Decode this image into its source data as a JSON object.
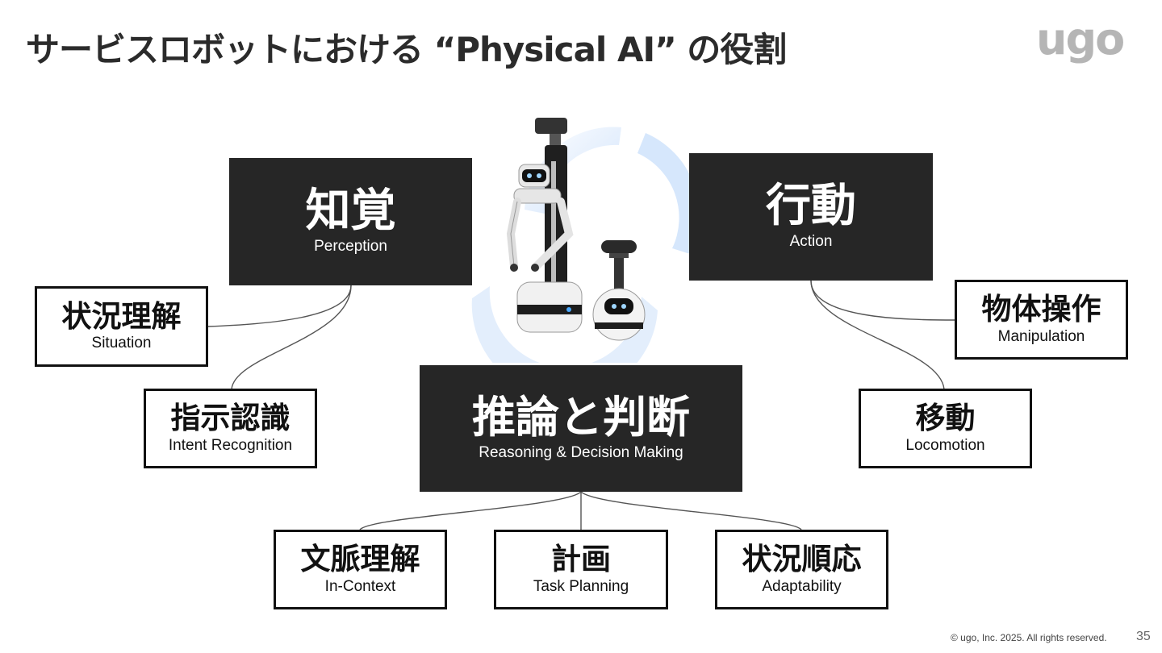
{
  "title": "サービスロボットにおける “Physical AI” の役割",
  "logo": "ugo",
  "main_nodes": {
    "perception": {
      "jp": "知覚",
      "en": "Perception"
    },
    "action": {
      "jp": "行動",
      "en": "Action"
    },
    "reasoning": {
      "jp": "推論と判断",
      "en": "Reasoning & Decision Making"
    }
  },
  "sub_nodes": {
    "situation": {
      "jp": "状況理解",
      "en": "Situation"
    },
    "intent": {
      "jp": "指示認識",
      "en": "Intent Recognition"
    },
    "manipulation": {
      "jp": "物体操作",
      "en": "Manipulation"
    },
    "locomotion": {
      "jp": "移動",
      "en": "Locomotion"
    },
    "context": {
      "jp": "文脈理解",
      "en": "In-Context"
    },
    "planning": {
      "jp": "計画",
      "en": "Task Planning"
    },
    "adaptability": {
      "jp": "状況順応",
      "en": "Adaptability"
    }
  },
  "footer": {
    "copyright": "© ugo, Inc. 2025. All rights reserved.",
    "page": "35"
  },
  "colors": {
    "dark_box": "#262626",
    "cycle_light": "#cfe2fb",
    "logo": "#b5b5b5"
  },
  "icons": [
    "humanoid-robot-icon",
    "small-robot-icon",
    "cycle-arrows-icon"
  ]
}
